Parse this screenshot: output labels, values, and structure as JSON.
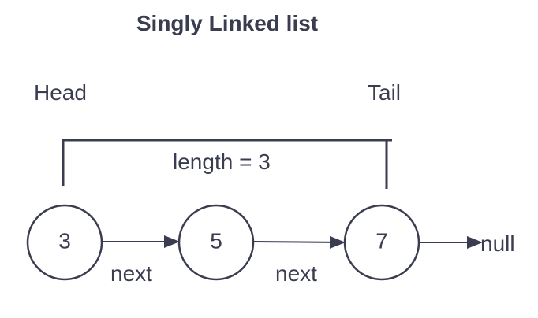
{
  "title": "Singly Linked list",
  "labels": {
    "head": "Head",
    "tail": "Tail",
    "length": "length = 3",
    "next_1": "next",
    "next_2": "next",
    "null": "null"
  },
  "nodes": [
    "3",
    "5",
    "7"
  ],
  "colors": {
    "stroke": "#3a3d4f",
    "text": "#3a3d4f",
    "background": "#ffffff"
  }
}
